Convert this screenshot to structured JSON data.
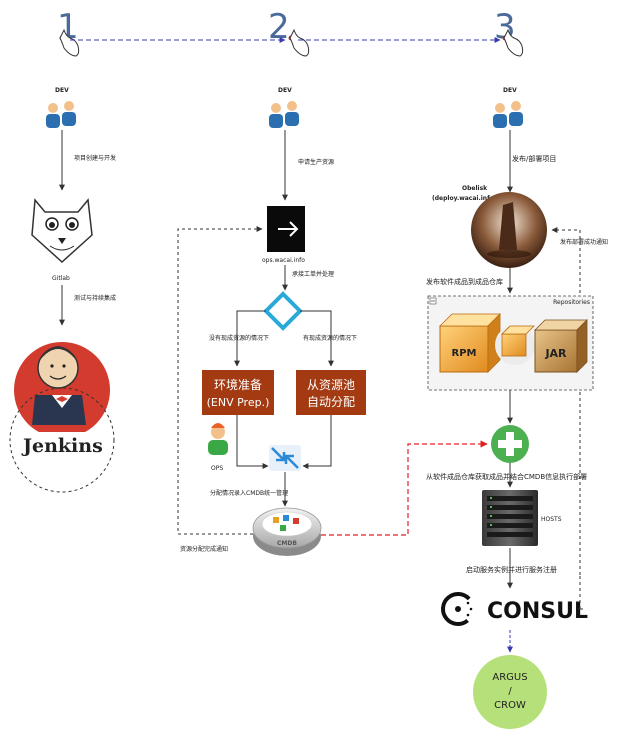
{
  "steps": [
    "1",
    "2",
    "3"
  ],
  "dev_labels": [
    "DEV",
    "DEV",
    "DEV"
  ],
  "col1": {
    "create_project": "项目创建与开发",
    "gitlab_label": "Gitlab",
    "test_ci": "测试与持续集成",
    "jenkins": "Jenkins"
  },
  "col2": {
    "apply_resource": "申请生产资源",
    "ops_site": "ops.wacai.info",
    "accept_ticket": "承接工单并处理",
    "no_resource": "没有现成资源的情况下",
    "has_resource": "有现成资源的情况下",
    "env_prep_line1": "环境准备",
    "env_prep_line2": "(ENV Prep.)",
    "pool_line1": "从资源池",
    "pool_line2": "自动分配",
    "ops_label": "OPS",
    "record_cmdb": "分配情况录入CMDB统一管理",
    "cmdb_label": "CMDB",
    "alloc_notify": "资源分配完成通知"
  },
  "col3": {
    "publish_deploy": "发布/部署项目",
    "obelisk_name": "Obelisk",
    "obelisk_site": "(deploy.wacai.info)",
    "deploy_success": "发布部署成功通知",
    "publish_artifact": "发布软件成品到成品仓库",
    "repositories": "Repositories",
    "rpm": "RPM",
    "jar": "JAR",
    "fetch_deploy": "从软件成品仓库获取成品并结合CMDB信息执行部署",
    "hosts": "HOSTS",
    "start_register": "启动服务实例并进行服务注册",
    "consul": "CONSUL",
    "argus_line1": "ARGUS",
    "argus_line2": "/",
    "argus_line3": "CROW"
  },
  "colors": {
    "env_box": "#a33a12",
    "diamond": "#29a9d8",
    "green_plus": "#4caf50",
    "argus_fill": "#b6e07a",
    "flow_dashed_red": "#e02020",
    "step_dashed_blue": "#3a3ab0"
  }
}
